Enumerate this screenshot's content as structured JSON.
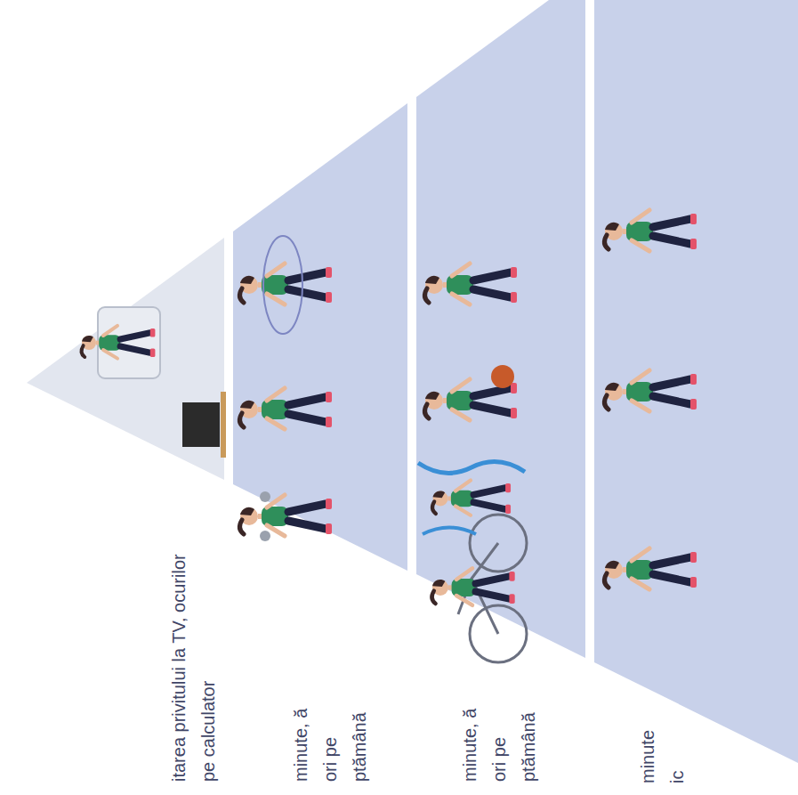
{
  "diagram": {
    "labels": [
      "itarea privitului la TV, ocurilor pe calculator",
      "minute, ă ori pe ptămână",
      "minute, ă ori pe ptămână",
      "minute ic"
    ]
  }
}
